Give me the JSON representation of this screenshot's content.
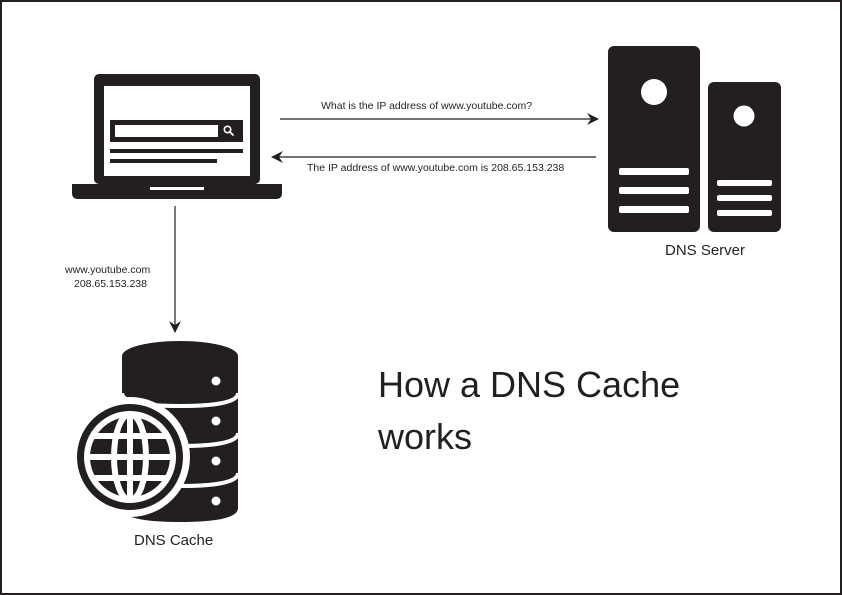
{
  "diagram": {
    "title_line1": "How a DNS Cache",
    "title_line2": "works",
    "query_message": "What is the IP address of www.youtube.com?",
    "answer_message": "The IP address of www.youtube.com is 208.65.153.238",
    "cache_domain": "www.youtube.com",
    "cache_ip": "208.65.153.238",
    "server_label": "DNS Server",
    "cache_label": "DNS Cache"
  },
  "colors": {
    "ink": "#231f20",
    "background": "#ffffff"
  },
  "icons": [
    "laptop-icon",
    "search-icon",
    "dns-server-icon",
    "database-icon",
    "globe-icon"
  ]
}
